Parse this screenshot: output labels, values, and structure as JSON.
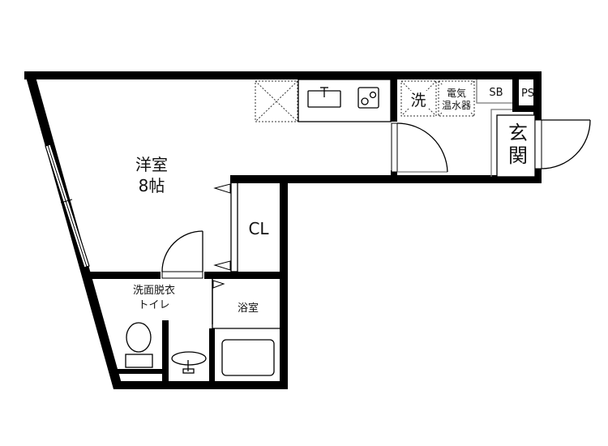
{
  "floorplan": {
    "rooms": {
      "western_room": {
        "name": "洋室",
        "size": "8帖"
      },
      "closet": {
        "name": "CL"
      },
      "washroom_toilet": {
        "line1": "洗面脱衣",
        "line2": "トイレ"
      },
      "bathroom": {
        "name": "浴室"
      },
      "entrance": {
        "line1": "玄",
        "line2": "関"
      }
    },
    "fixtures": {
      "washer": "洗",
      "water_heater_line1": "電気",
      "water_heater_line2": "温水器",
      "shoe_box": "SB",
      "pipe_space": "PS"
    },
    "colors": {
      "wall": "#000000",
      "background": "#ffffff",
      "secondary_line": "#777777"
    }
  }
}
